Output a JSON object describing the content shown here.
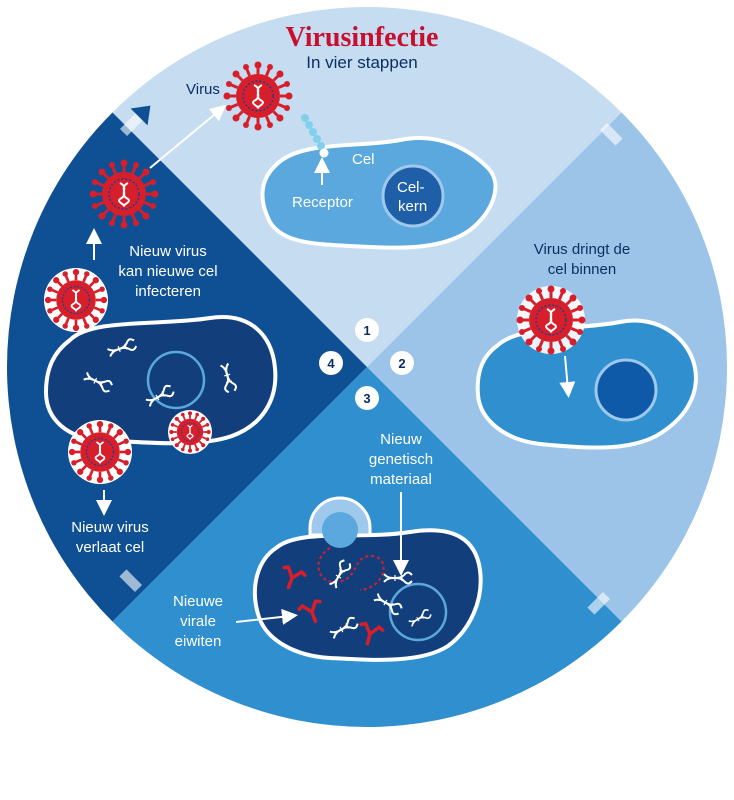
{
  "title": "Virusinfectie",
  "subtitle": "In vier stappen",
  "steps": {
    "s1": "1",
    "s2": "2",
    "s3": "3",
    "s4": "4"
  },
  "labels": {
    "virus": "Virus",
    "cel": "Cel",
    "receptor": "Receptor",
    "celkern_1": "Cel-",
    "celkern_2": "kern",
    "dringt_1": "Virus dringt de",
    "dringt_2": "cel binnen",
    "nieuw_gen_1": "Nieuw",
    "nieuw_gen_2": "genetisch",
    "nieuw_gen_3": "materiaal",
    "eiwit_1": "Nieuwe",
    "eiwit_2": "virale",
    "eiwit_3": "eiwiten",
    "verlaat_1": "Nieuw virus",
    "verlaat_2": "verlaat cel",
    "infect_1": "Nieuw virus",
    "infect_2": "kan nieuwe cel",
    "infect_3": "infecteren"
  },
  "colors": {
    "q1": "#c5dcf1",
    "q2": "#9bc4e8",
    "q3": "#2f8fcf",
    "q4": "#0f4f93",
    "virus": "#d71f2b",
    "rna": "#1a3f8f",
    "cell_light": "#5aa8dd",
    "cell_dark": "#123f7c",
    "title": "#c8102e"
  }
}
